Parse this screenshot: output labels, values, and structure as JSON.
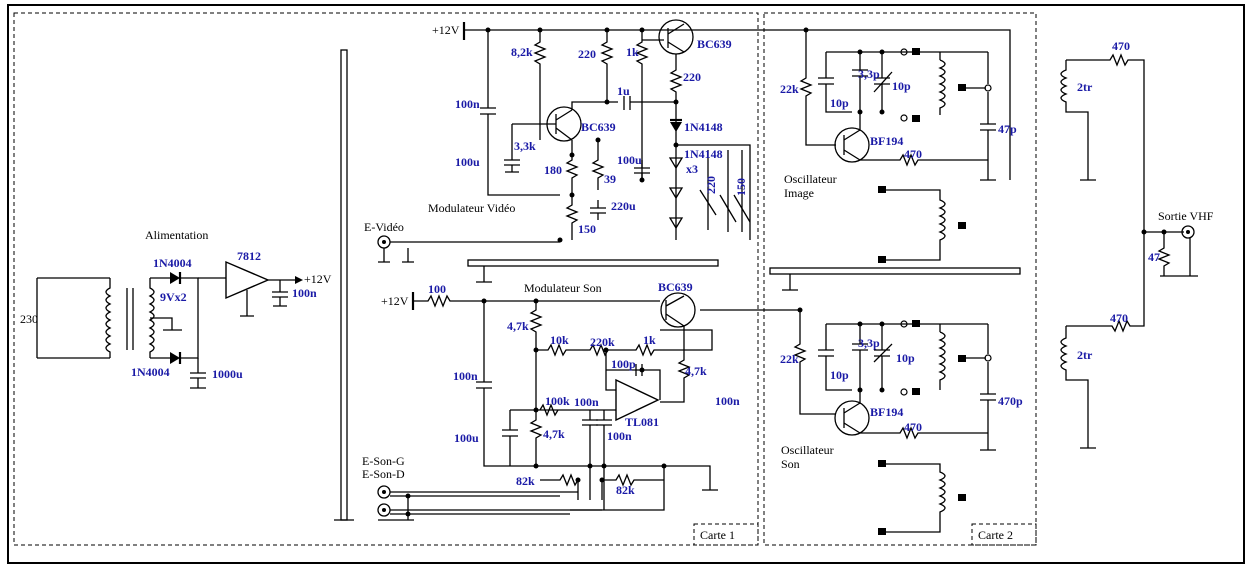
{
  "labels": {
    "mains": "230",
    "supply_title": "Alimentation",
    "diode_top": "1N4004",
    "diode_bottom": "1N4004",
    "transformer": "9Vx2",
    "cap_filter": "1000u",
    "regulator": "7812",
    "cap_reg": "100n",
    "reg_out": "+12V",
    "vid_rail": "+12V",
    "r_8k2": "8,2k",
    "r_220a": "220",
    "r_1k_top": "1k",
    "q_top": "BC639",
    "r_220b": "220",
    "c_100n_left": "100n",
    "c_1u": "1u",
    "q_video": "BC639",
    "d1": "1N4148",
    "r_3k3": "3,3k",
    "d2": "1N4148",
    "c_100u_left": "100u",
    "c_100u_mid": "100u",
    "x3": "x3",
    "r_180": "180",
    "r_39": "39",
    "r_220c": "220",
    "r_150a": "150",
    "video_title": "Modulateur   Vidéo",
    "c_220u": "220u",
    "r_150b": "150",
    "in_video": "E-Vidéo",
    "son_title": "Modulateur   Son",
    "son_rail": "+12V",
    "r_100": "100",
    "q_son": "BC639",
    "r_4k7a": "4,7k",
    "r_10k": "10k",
    "r_220k": "220k",
    "r_1k_son": "1k",
    "c_100p": "100p",
    "r_4k7b": "4,7k",
    "c_100n_son_left": "100n",
    "r_100k": "100k",
    "c_100n_son_a": "100n",
    "opamp": "TL081",
    "c_100n_son_b": "100n",
    "c_100n_right": "100n",
    "c_100u_son": "100u",
    "r_4k7c": "4,7k",
    "in_son_g": "E-Son-G",
    "in_son_d": "E-Son-D",
    "r_82k_a": "82k",
    "r_82k_b": "82k",
    "card1": "Carte   1",
    "osc1_r22k": "22k",
    "osc1_c10p_a": "10p",
    "osc1_c3p3": "3,3p",
    "osc1_c10p_b": "10p",
    "osc1_c47p": "47p",
    "osc1_q": "BF194",
    "osc1_r470": "470",
    "osc1_title_1": "Oscillateur",
    "osc1_title_2": "Image",
    "osc2_r22k": "22k",
    "osc2_c10p_a": "10p",
    "osc2_c3p3": "3,3p",
    "osc2_c10p_b": "10p",
    "osc2_c470p": "470p",
    "osc2_q": "BF194",
    "osc2_r470": "470",
    "osc2_title_1": "Oscillateur",
    "osc2_title_2": "Son",
    "card2": "Carte   2",
    "out_r470_top": "470",
    "out_coil_top": "2tr",
    "out_r470_bottom": "470",
    "out_coil_bottom": "2tr",
    "out_r47": "47",
    "out_title": "Sortie    VHF"
  },
  "colors": {
    "wire": "#000000",
    "value_text": "#1a1aa6"
  }
}
